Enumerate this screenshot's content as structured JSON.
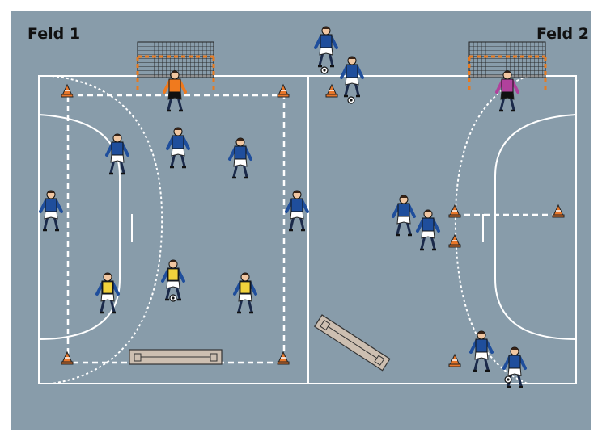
{
  "fields": {
    "left_label": "Feld 1",
    "right_label": "Feld 2"
  },
  "colors": {
    "background": "#889caa",
    "lines": "#ffffff",
    "team_blue_shirt": "#1f4e9c",
    "bib_yellow": "#f1d23c",
    "goalkeeper_orange": "#f07a1e",
    "goalkeeper_purple": "#b0419c",
    "cone_orange": "#e8772a",
    "bench": "#cdbfb1",
    "goal_post_orange": "#e87a1f"
  },
  "icons": {
    "player": "player-figure",
    "goalkeeper": "goalkeeper-figure",
    "cone": "cone-icon",
    "ball": "ball-icon",
    "goal": "goal-net",
    "bench": "bench-icon"
  }
}
